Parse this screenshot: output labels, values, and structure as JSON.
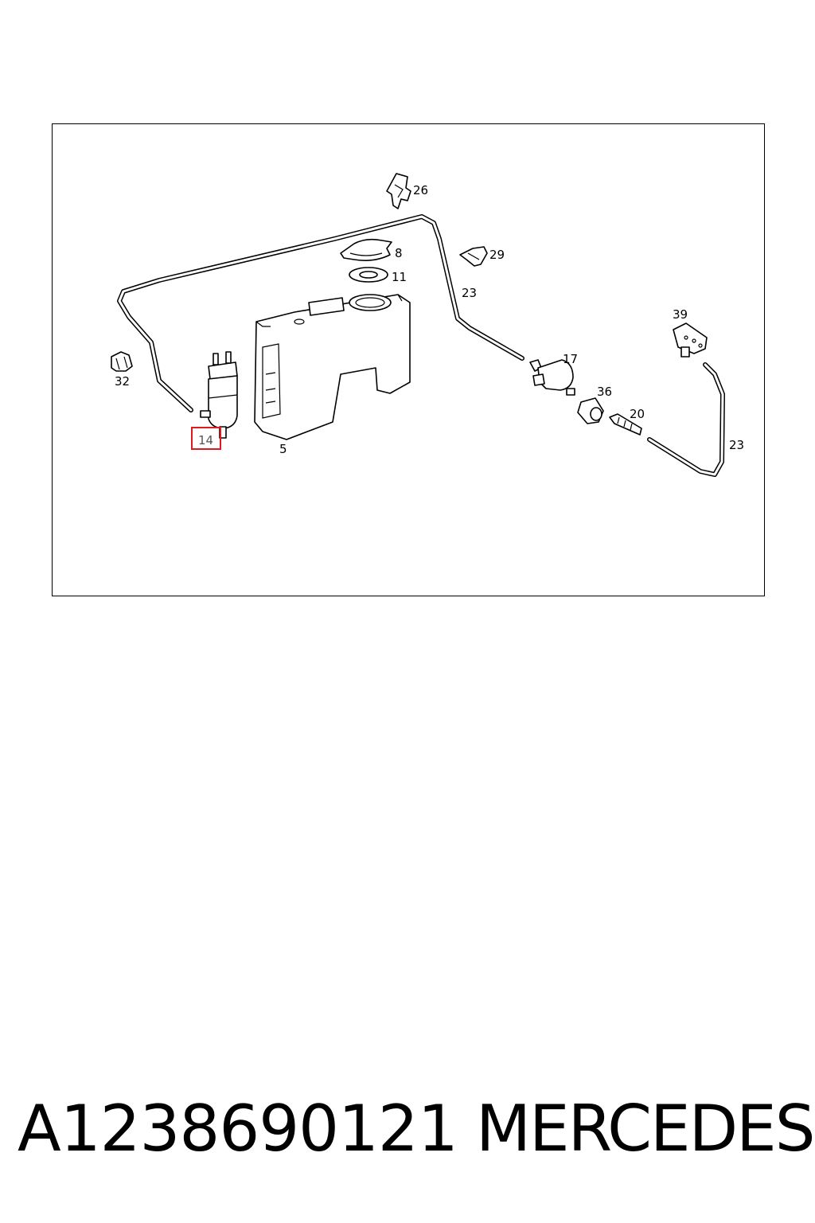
{
  "diagram": {
    "callouts": {
      "c26": "26",
      "c8": "8",
      "c29": "29",
      "c11": "11",
      "c23a": "23",
      "c39": "39",
      "c17": "17",
      "c32": "32",
      "c36": "36",
      "c20": "20",
      "c14": "14",
      "c23b": "23",
      "c5": "5"
    },
    "highlight_color": "#e0191f"
  },
  "footer": {
    "part_number": "A1238690121",
    "brand": "MERCEDES"
  }
}
